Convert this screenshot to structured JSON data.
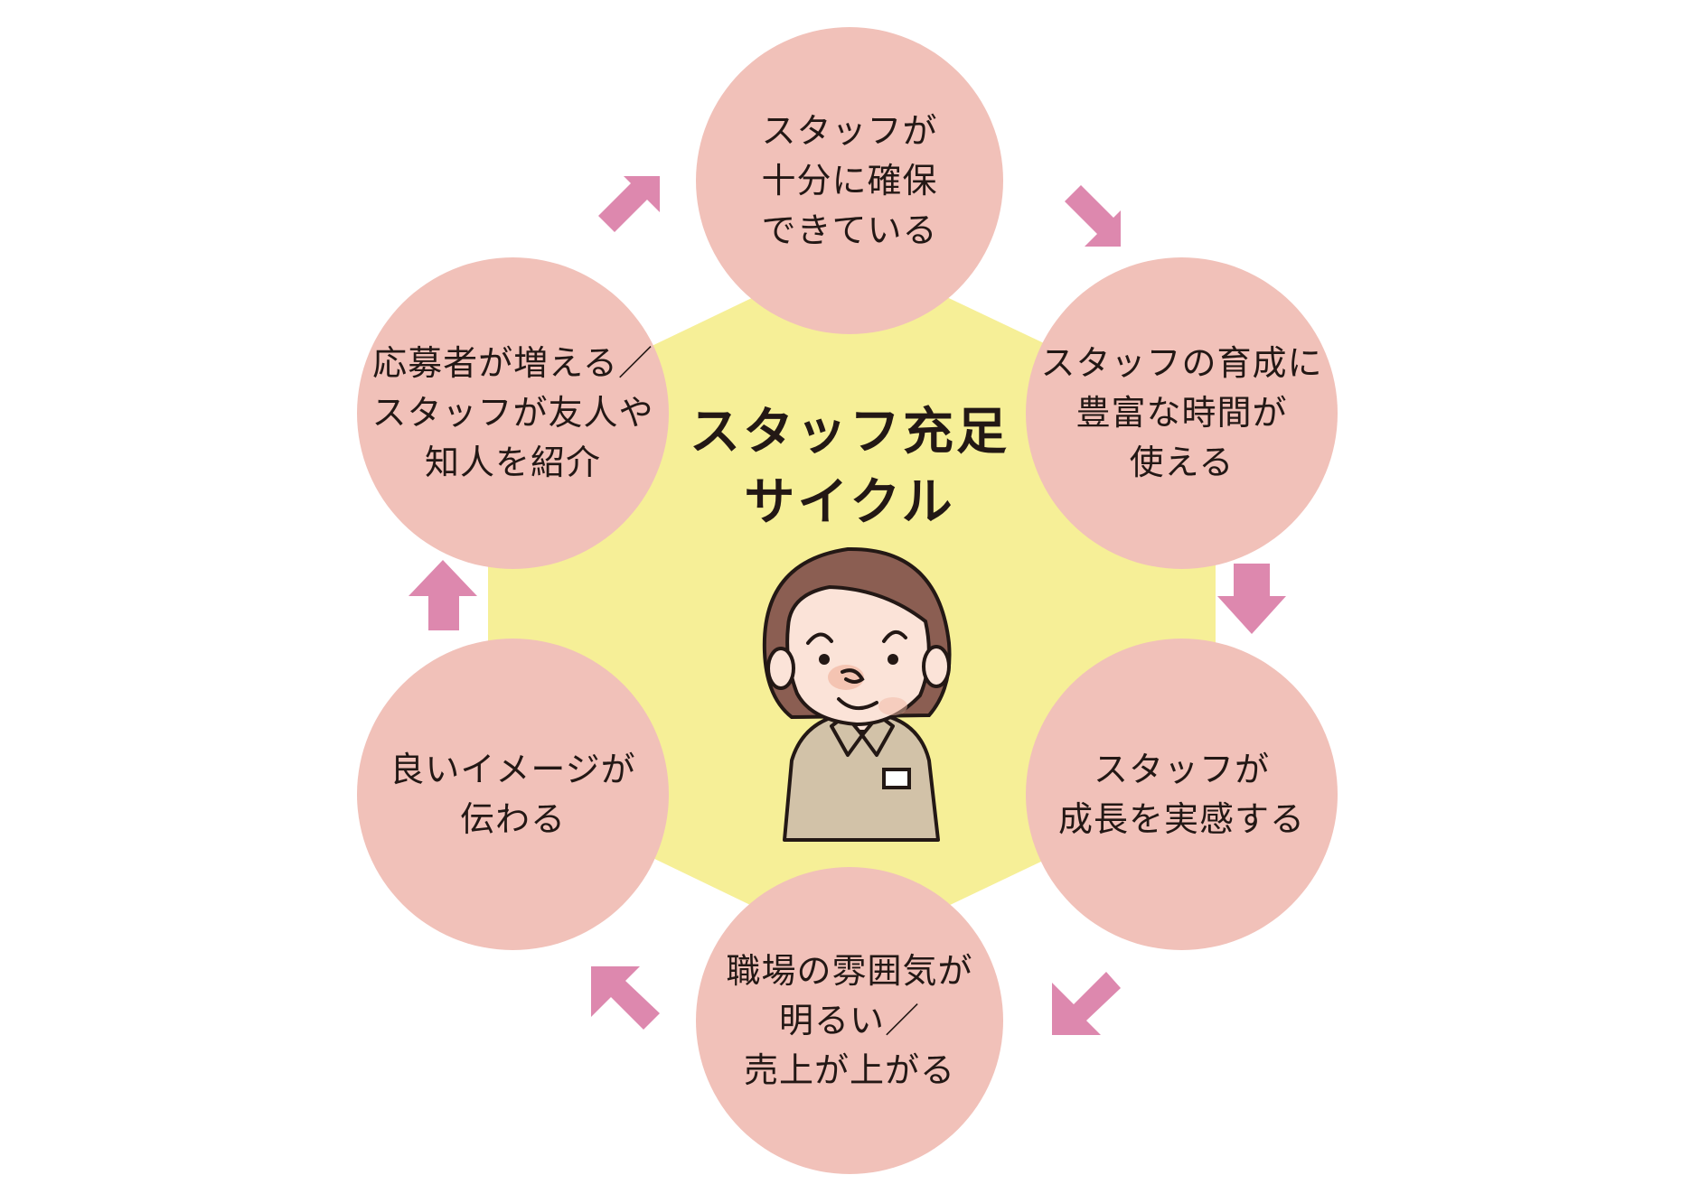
{
  "colors": {
    "background": "#ffffff",
    "center_shape": "#f6ef97",
    "node_fill": "#f1c1b9",
    "arrow": "#dd88ae",
    "text": "#231815",
    "hair": "#8b5e52",
    "skin": "#fbe3d8",
    "shirt": "#d2c2a8"
  },
  "title": {
    "lines": [
      "スタッフ充足",
      "サイクル"
    ]
  },
  "nodes": [
    {
      "id": "staff-secured",
      "position": "top",
      "lines": [
        "スタッフが",
        "十分に確保",
        "できている"
      ]
    },
    {
      "id": "training-time",
      "position": "upper-right",
      "lines": [
        "スタッフの育成に",
        "豊富な時間が",
        "使える"
      ]
    },
    {
      "id": "staff-growth",
      "position": "lower-right",
      "lines": [
        "スタッフが",
        "成長を実感する"
      ]
    },
    {
      "id": "bright-workplace",
      "position": "bottom",
      "lines": [
        "職場の雰囲気が",
        "明るい／",
        "売上が上がる"
      ]
    },
    {
      "id": "good-image",
      "position": "lower-left",
      "lines": [
        "良いイメージが",
        "伝わる"
      ]
    },
    {
      "id": "more-applicants",
      "position": "upper-left",
      "lines": [
        "応募者が増える／",
        "スタッフが友人や",
        "知人を紹介"
      ]
    }
  ],
  "arrows": [
    {
      "from": "staff-secured",
      "to": "training-time",
      "direction": "down-right"
    },
    {
      "from": "training-time",
      "to": "staff-growth",
      "direction": "down"
    },
    {
      "from": "staff-growth",
      "to": "bright-workplace",
      "direction": "down-left"
    },
    {
      "from": "bright-workplace",
      "to": "good-image",
      "direction": "up-left"
    },
    {
      "from": "good-image",
      "to": "more-applicants",
      "direction": "up"
    },
    {
      "from": "more-applicants",
      "to": "staff-secured",
      "direction": "up-right"
    }
  ],
  "illustration": {
    "subject": "smiling staff member with bob haircut, collared shirt and name badge"
  }
}
